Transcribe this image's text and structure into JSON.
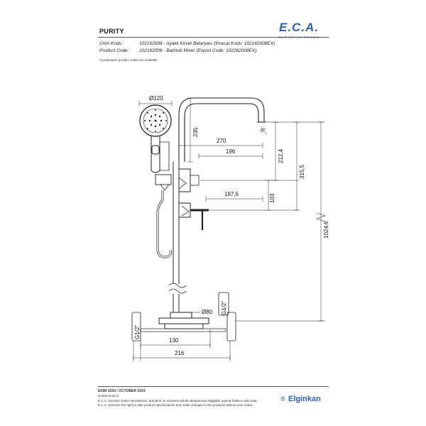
{
  "header": {
    "logo_text": "E.C.A.",
    "logo_tagline": "ELGINKAN GRUBU",
    "series": "PURITY"
  },
  "product": {
    "tr_label": "Ürün Kodu :",
    "tr_value": "102162008 - Ayaklı Küvet Bataryası (İhracat Kodu: 102162008EX)",
    "en_label": "Product Code :",
    "en_value": "102162008 - Bathtub Mixer (Export Code: 102162008EX)",
    "note": "*Localization product codes are available."
  },
  "dimensions": {
    "d120": "Ø120",
    "d235": "235",
    "d270": "270",
    "d196": "196",
    "d212": "212,4",
    "d315": "315,5",
    "d187": "187,6",
    "d103": "103",
    "d1024": "1024,6",
    "angle": "6°",
    "d80": "Ø80",
    "g1": "G1/2\"",
    "g2": "G1/2\"",
    "d130": "130",
    "d216": "216"
  },
  "footer": {
    "date": "EKİM 2024 / OCTOBER 2024",
    "web": "ilmektronotni.tr",
    "line1": "E.C.A. önceden haber vermeksizin, ürünlerin ve ürünlerin teknik detaylarında değişiklik yapma hakkını saklı tutar.",
    "line2": "E.C.A. reserves the right to alter product specifications and make changes to the products without prior notice.",
    "brand": "Elginkan"
  },
  "colors": {
    "brand_blue": "#2b5fb4",
    "line": "#222222"
  }
}
